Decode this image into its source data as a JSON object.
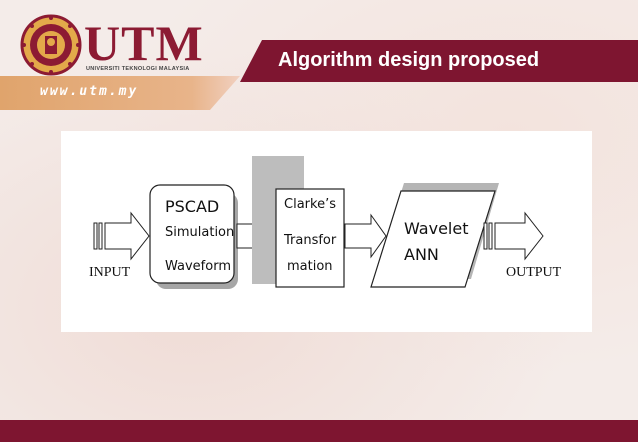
{
  "header": {
    "logo_text": "UTM",
    "logo_subtitle": "UNIVERSITI TEKNOLOGI MALAYSIA",
    "url": "www.utm.my",
    "title": "Algorithm design proposed"
  },
  "colors": {
    "brand": "#8c1b33",
    "title_bar": "#7e1530",
    "accent": "#e3a94a"
  },
  "diagram": {
    "input_label": "INPUT",
    "output_label": "OUTPUT",
    "pscad": {
      "line1": "PSCAD",
      "line2": "Simulation",
      "line3": "Waveform"
    },
    "clarke": {
      "line1": "Clarke’s",
      "line2": "Transfor",
      "line3": "mation"
    },
    "wavelet": {
      "line1": "Wavelet",
      "line2": "ANN"
    }
  }
}
